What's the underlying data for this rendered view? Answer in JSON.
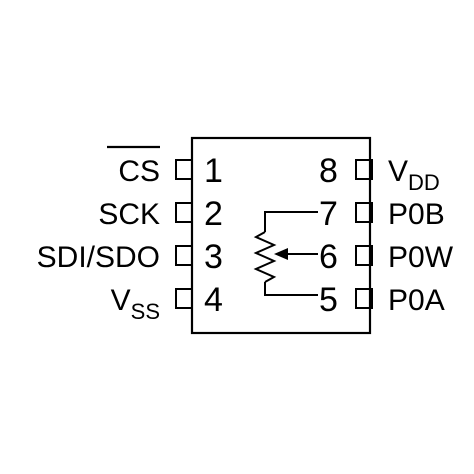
{
  "diagram": {
    "left_pins": [
      {
        "number": "1",
        "label": "CS",
        "overbar": true,
        "subscript": ""
      },
      {
        "number": "2",
        "label": "SCK",
        "overbar": false,
        "subscript": ""
      },
      {
        "number": "3",
        "label": "SDI/SDO",
        "overbar": false,
        "subscript": ""
      },
      {
        "number": "4",
        "label": "V",
        "overbar": false,
        "subscript": "SS"
      }
    ],
    "right_pins": [
      {
        "number": "8",
        "label": "V",
        "subscript": "DD"
      },
      {
        "number": "7",
        "label": "P0B",
        "subscript": ""
      },
      {
        "number": "6",
        "label": "P0W",
        "subscript": ""
      },
      {
        "number": "5",
        "label": "P0A",
        "subscript": ""
      }
    ],
    "symbol": "potentiometer-icon"
  }
}
